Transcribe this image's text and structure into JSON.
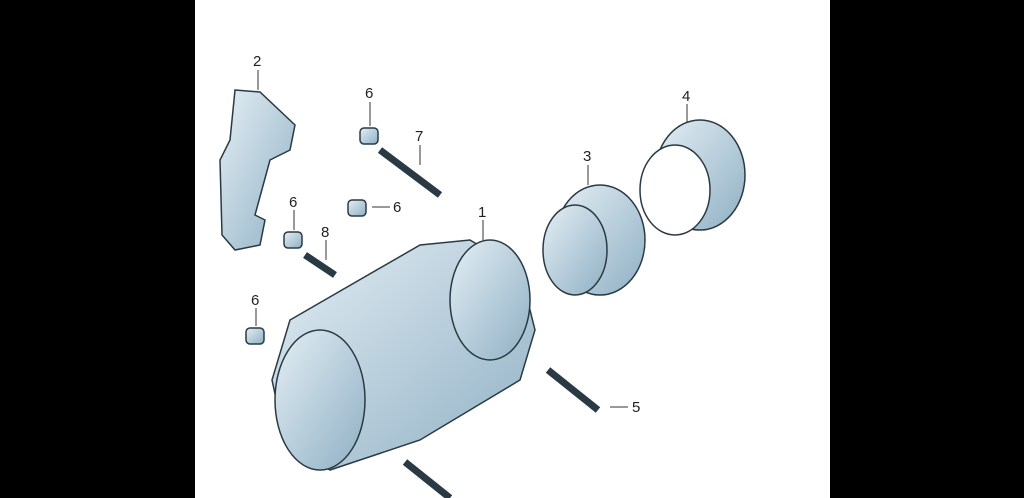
{
  "diagram": {
    "title": "A/C compressor exploded view",
    "callouts": [
      {
        "id": "c2",
        "text": "2"
      },
      {
        "id": "c6a",
        "text": "6"
      },
      {
        "id": "c7",
        "text": "7"
      },
      {
        "id": "c6b",
        "text": "6"
      },
      {
        "id": "c6c",
        "text": "6"
      },
      {
        "id": "c8",
        "text": "8"
      },
      {
        "id": "c1",
        "text": "1"
      },
      {
        "id": "c3",
        "text": "3"
      },
      {
        "id": "c4",
        "text": "4"
      },
      {
        "id": "c6d",
        "text": "6"
      },
      {
        "id": "c5",
        "text": "5"
      }
    ],
    "colors": {
      "part": "#c9dbe6",
      "shade": "#8fb0c4",
      "outline": "#2a3a44"
    }
  }
}
